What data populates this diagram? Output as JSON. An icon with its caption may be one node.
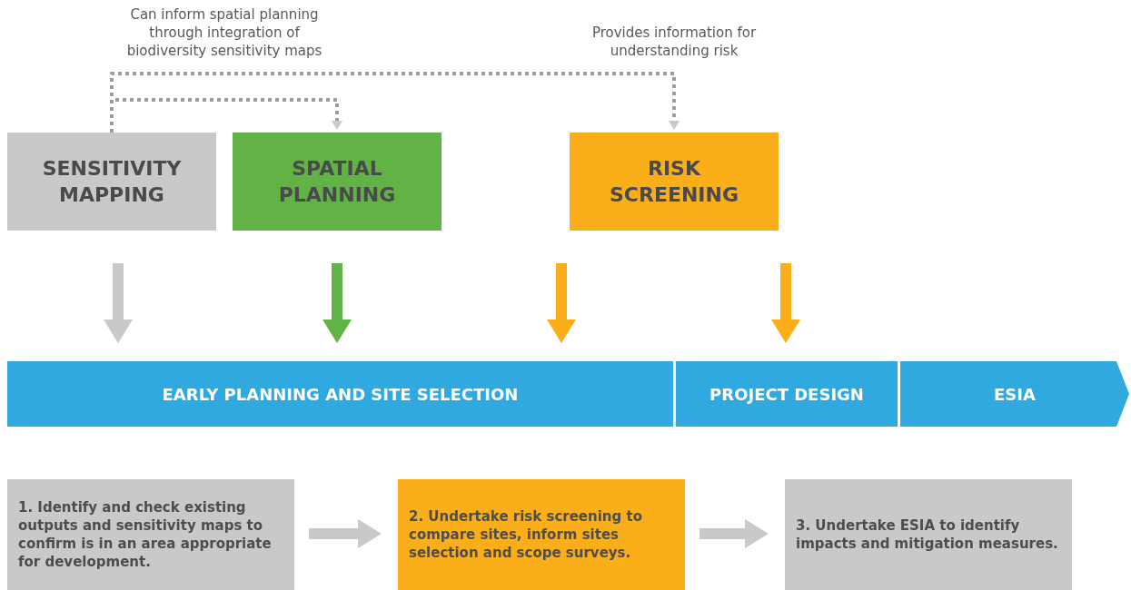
{
  "diagram": {
    "nodes": [
      {
        "text": [
          "SENSITIVITY MAPPING"
        ]
      },
      {
        "text": [
          "SPATIAL PLANNING"
        ]
      },
      {
        "text": [
          "RISK SCREENING"
        ]
      },
      {
        "text": [
          "EARLY PLANNING AND SITE SELECTION"
        ]
      },
      {
        "text": [
          "PROJECT DESIGN"
        ]
      },
      {
        "text": [
          "ESIA"
        ]
      },
      {
        "text": [
          "1. Identify and check existing outputs and sensitivity maps to confirm is in an area appropriate for development."
        ]
      },
      {
        "text": [
          "2. Undertake risk screening to compare sites, inform sites selection and scope surveys."
        ]
      },
      {
        "text": [
          "3. Undertake ESIA to identify impacts and mitigation measures."
        ]
      }
    ],
    "edges": [
      {
        "from": 0,
        "to": 1,
        "arrow": "to",
        "style": "dashed",
        "color": "#9d9d9f",
        "label": "Can inform spatial planning through integration of biodiversity sensitivity maps"
      },
      {
        "from": 0,
        "to": 2,
        "arrow": "to",
        "style": "dashed",
        "color": "#9d9d9f",
        "label": "Provides information for understanding risk"
      },
      {
        "from": 0,
        "to": 3,
        "arrow": "to"
      },
      {
        "from": 1,
        "to": 3,
        "arrow": "to",
        "color": "#62b346"
      },
      {
        "from": 2,
        "to": 3,
        "arrow": "to",
        "color": "#f9ae1a"
      },
      {
        "from": 2,
        "to": 4,
        "arrow": "to",
        "color": "#f9ae1a"
      },
      {
        "from": 6,
        "to": 7,
        "arrow": "to"
      },
      {
        "from": 7,
        "to": 8,
        "arrow": "to"
      }
    ]
  }
}
